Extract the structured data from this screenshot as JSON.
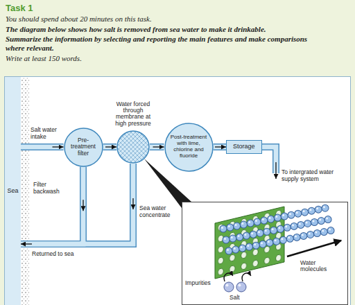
{
  "diagram": {
    "title": "Task 1",
    "nodes": [
      {
        "text": [
          "Sea"
        ]
      },
      {
        "text": [
          "Pre-treatment filter"
        ]
      },
      {
        "text": [
          "Water forced through membrane at high pressure"
        ]
      },
      {
        "text": [
          "Post-treatment with lime, chlorine and fluoride"
        ]
      },
      {
        "text": [
          "Storage"
        ]
      },
      {
        "text": [
          "Water molecules",
          "Impurities",
          "Salt"
        ]
      }
    ],
    "edges": [
      {
        "from": 0,
        "to": 1,
        "arrow": "to",
        "label": "Salt water intake"
      },
      {
        "from": 1,
        "to": 2,
        "arrow": "to"
      },
      {
        "from": 2,
        "to": 3,
        "arrow": "to"
      },
      {
        "from": 3,
        "to": 4,
        "arrow": "to"
      },
      {
        "from": 1,
        "to": 0,
        "arrow": "to",
        "label": "Filter backwash"
      },
      {
        "from": 2,
        "to": 0,
        "arrow": "to",
        "label": "Sea water concentrate"
      }
    ],
    "labels": [
      "You should spend about 20 minutes on this task.",
      "The diagram below shows how salt is removed from sea water to make it drinkable.",
      "Summarize the information by selecting and reporting the main features and make comparisons where relevant.",
      "Write at least 150 words.",
      "Returned to sea",
      "To intergrated water supply system"
    ]
  }
}
